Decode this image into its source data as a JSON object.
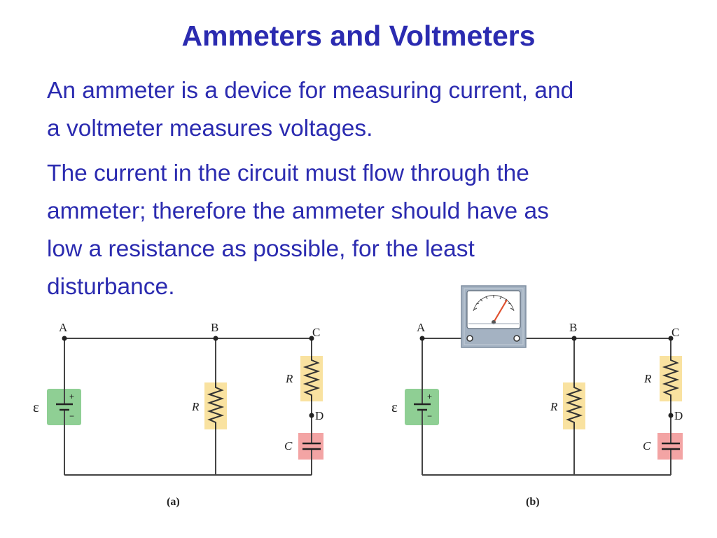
{
  "title": "Ammeters and Voltmeters",
  "paragraph1": [
    "An ammeter is a device for measuring current, and",
    "a voltmeter measures voltages."
  ],
  "paragraph2": [
    "The current in the circuit must flow through the",
    "ammeter; therefore the ammeter should have as",
    "low a resistance as possible, for the least",
    "disturbance."
  ],
  "colors": {
    "text": "#2b2bb0",
    "battery_fill": "#8fcf94",
    "resistor_fill": "#f9e2a0",
    "capacitor_fill": "#f3a4a4",
    "meter_body": "#a4b2c2"
  },
  "diagram_a": {
    "caption": "(a)",
    "nodes": {
      "a": "A",
      "b": "B",
      "c": "C",
      "d": "D"
    },
    "emf": "ε",
    "plus": "+",
    "minus": "−",
    "resistor_label": "R",
    "resistor2_label": "R",
    "capacitor_label": "C"
  },
  "diagram_b": {
    "caption": "(b)",
    "nodes": {
      "a": "A",
      "b": "B",
      "c": "C",
      "d": "D"
    },
    "emf": "ε",
    "plus": "+",
    "minus": "−",
    "resistor_label": "R",
    "resistor2_label": "R",
    "capacitor_label": "C",
    "meter_icon": "ammeter-dial-icon"
  }
}
